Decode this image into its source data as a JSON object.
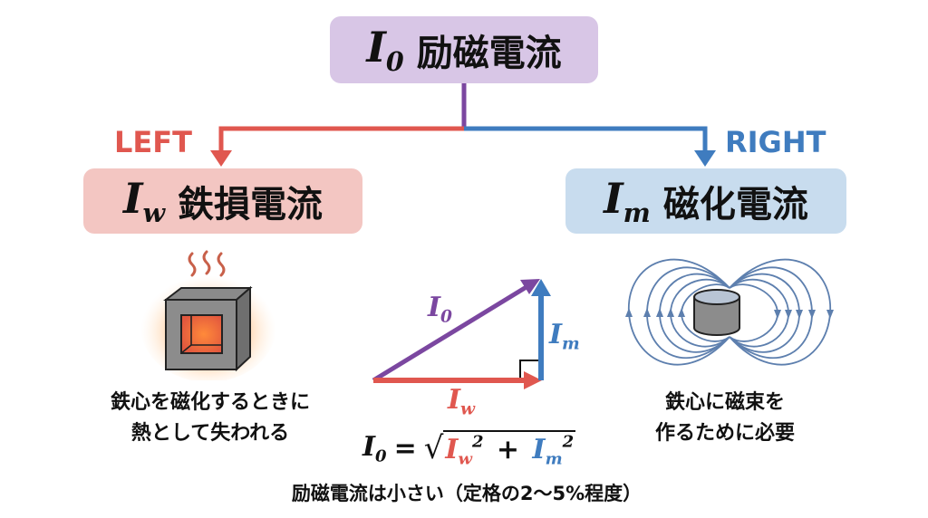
{
  "colors": {
    "purple": "#7b47a0",
    "red": "#e0574f",
    "blue": "#3f7cbf",
    "top_box_bg": "#d8c6e6",
    "left_box_bg": "#f3c6c2",
    "right_box_bg": "#c8dcee"
  },
  "top": {
    "symbol": "I",
    "subscript": "0",
    "label": "励磁電流"
  },
  "left": {
    "direction": "LEFT",
    "symbol": "I",
    "subscript": "w",
    "label": "鉄損電流",
    "icon": "heated-iron-core-icon",
    "caption_line1": "鉄心を磁化するときに",
    "caption_line2": "熱として失われる"
  },
  "right": {
    "direction": "RIGHT",
    "symbol": "I",
    "subscript": "m",
    "label": "磁化電流",
    "icon": "magnetic-field-lines-icon",
    "caption_line1": "鉄心に磁束を",
    "caption_line2": "作るために必要"
  },
  "vector_diagram": {
    "hypotenuse": {
      "symbol": "I",
      "subscript": "0"
    },
    "horizontal": {
      "symbol": "I",
      "subscript": "w"
    },
    "vertical": {
      "symbol": "I",
      "subscript": "m"
    }
  },
  "formula": {
    "lhs_symbol": "I",
    "lhs_subscript": "0",
    "equals": "=",
    "term1_symbol": "I",
    "term1_subscript": "w",
    "term1_power": "2",
    "plus": "+",
    "term2_symbol": "I",
    "term2_subscript": "m",
    "term2_power": "2"
  },
  "note": "励磁電流は小さい（定格の2〜5%程度）"
}
